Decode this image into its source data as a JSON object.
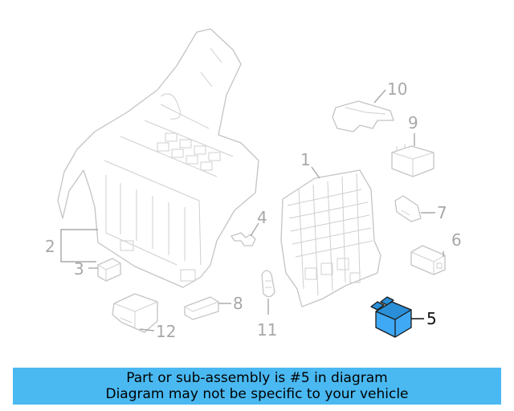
{
  "diagram": {
    "callouts": {
      "c1": "1",
      "c2": "2",
      "c3": "3",
      "c4": "4",
      "c5": "5",
      "c6": "6",
      "c7": "7",
      "c8": "8",
      "c9": "9",
      "c10": "10",
      "c11": "11",
      "c12": "12"
    },
    "highlighted_part": "5",
    "colors": {
      "highlight": "#3fa9f5",
      "line_art": "#c4c4c4",
      "banner": "#4ab9f2"
    }
  },
  "banner": {
    "line1": "Part or sub-assembly is #5 in diagram",
    "line2": "Diagram may not be specific to your vehicle"
  }
}
